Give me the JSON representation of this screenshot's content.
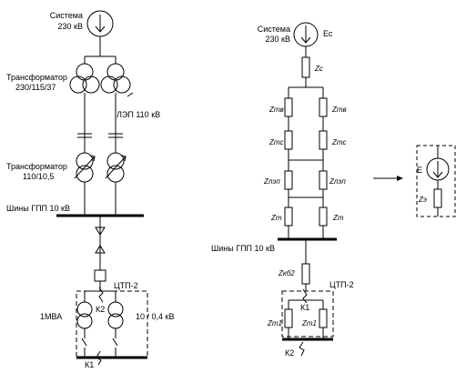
{
  "left": {
    "system": "Система",
    "system_kv": "230 кВ",
    "trans1": "Трансформатор",
    "trans1_v": "230/115/37",
    "line": "ЛЭП 110 кВ",
    "trans2": "Трансформатор",
    "trans2_v": "110/10,5",
    "bus": "Шины ГПП 10 кВ",
    "ctp": "ЦТП-2",
    "k2": "К2",
    "mva": "1МВА",
    "v04": "10 / 0,4 кВ",
    "k1": "К1"
  },
  "right": {
    "system": "Система",
    "system_kv": "230 кВ",
    "ec": "Ес",
    "zc": "Zc",
    "ztv": "Zтв",
    "ztc": "Zтс",
    "zlep": "Zлэп",
    "zt": "Zт",
    "bus": "Шины ГПП 10 кВ",
    "zkb2": "Zкб2",
    "ctp": "ЦТП-2",
    "k1": "К1",
    "zt1": "Zт1",
    "k2": "К2"
  },
  "equiv": {
    "e": "E",
    "ze": "Zэ"
  }
}
